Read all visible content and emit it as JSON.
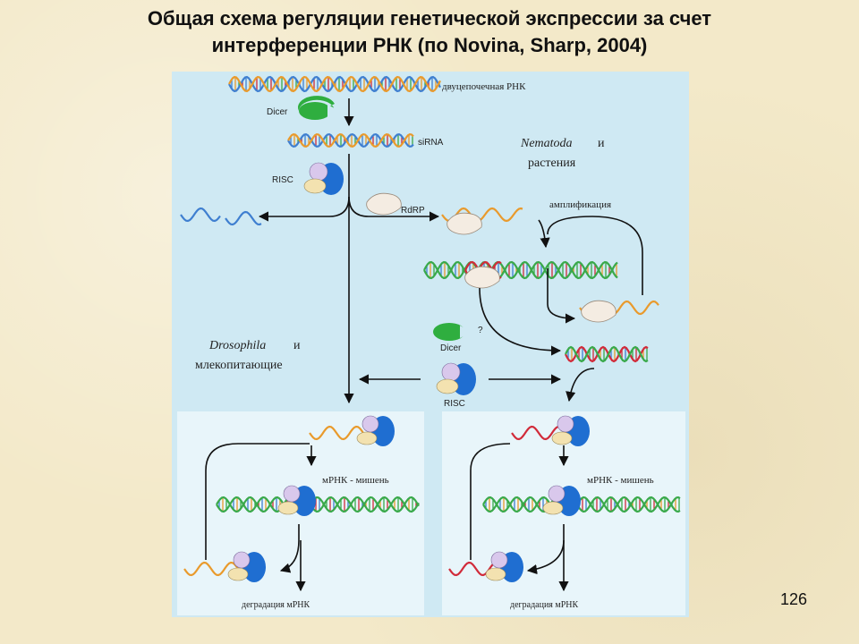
{
  "title": {
    "line1": "Общая схема регуляции генетической экспрессии за счет",
    "line2": "интерференции РНК (по Novina, Sharp, 2004)"
  },
  "slide_number": "126",
  "labels": {
    "dsrna": "двуцепочечная РНК",
    "dicer": "Dicer",
    "sirna": "siRNA",
    "risc": "RISC",
    "rdrp": "RdRP",
    "nematoda": "Nematoda",
    "nematoda_and": "и",
    "plants": "растения",
    "amplification": "амплификация",
    "dicer_q": "?",
    "drosophila": "Drosophila",
    "drosophila_and": "и",
    "mammals": "млекопитающие",
    "target_left": "мРНК - мишень",
    "target_right": "мРНК - мишень",
    "degradation_left": "деградация мРНК",
    "degradation_right": "деградация мРНК"
  },
  "colors": {
    "panel": "#cfe9f3",
    "panel_light": "#e8f5fa",
    "strand_blue": "#3f7fd0",
    "strand_orange": "#e99a2c",
    "strand_green": "#39a94a",
    "strand_red": "#d12b3a",
    "dicer_green": "#2fae3f",
    "risc_blue": "#1f6ed1",
    "risc_lilac": "#d9c8ec",
    "risc_cream": "#f3e2b0"
  }
}
